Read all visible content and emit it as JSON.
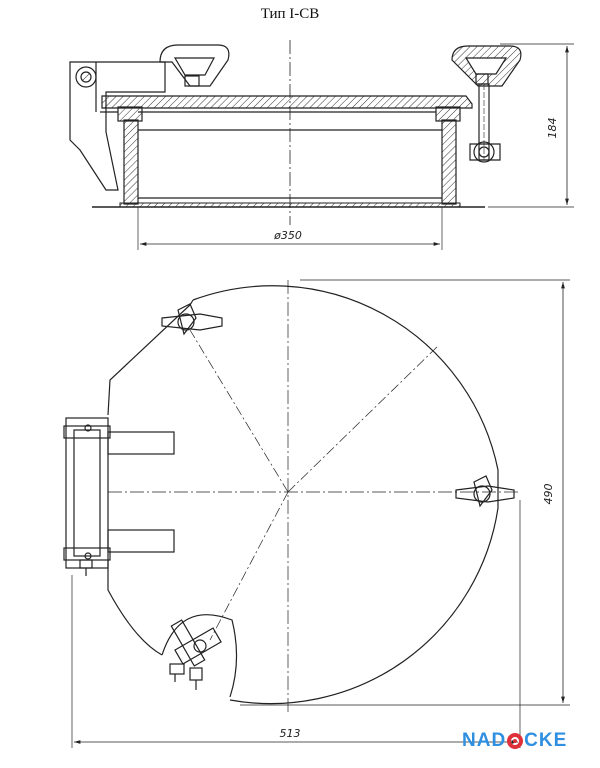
{
  "title": "Тип I-СВ",
  "dimensions": {
    "height": "184",
    "inner_diameter": "ø350",
    "outer_diameter": "490",
    "overall_width": "513"
  },
  "logo": {
    "text_before": "NAD",
    "text_after": "CKE",
    "color_main": "#2f8fe0",
    "color_accent": "#e0303a"
  }
}
